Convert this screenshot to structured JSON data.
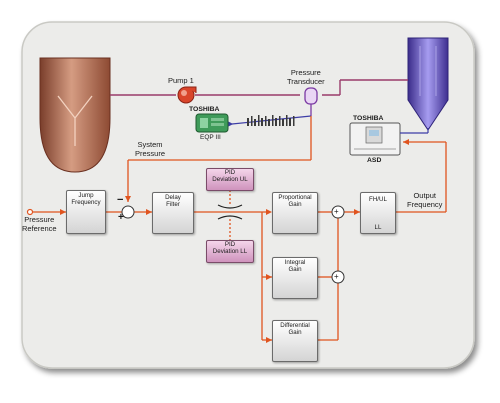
{
  "labels": {
    "pump": "Pump 1",
    "transducer": "Pressure\nTransducer",
    "toshiba_eqp": "TOSHIBA",
    "eqp": "EQP III",
    "toshiba_asd": "TOSHIBA",
    "asd": "ASD",
    "system_pressure": "System\nPressure",
    "pressure_reference": "Pressure\nReference",
    "output_frequency": "Output\nFrequency",
    "jump_frequency": "Jump\nFrequency",
    "delay_filter": "Delay\nFilter",
    "pid_ul": "PID\nDeviation UL",
    "pid_ll": "PID\nDeviation LL",
    "proportional": "Proportional\nGain",
    "integral": "Integral\nGain",
    "differential": "Differential\nGain",
    "fhul": "FH/UL",
    "ll": "LL",
    "minus": "−",
    "plus": "+",
    "sum1": "+",
    "sum2": "+"
  },
  "colors": {
    "frame": "#ededeb",
    "signal_line": "#e0541f",
    "pipe_line": "#9a3b6b",
    "comm_line": "#3d3da6",
    "tank_left": "#b2694f",
    "tank_right": "#6d5cc6",
    "pump": "#d9452b",
    "eqp_body": "#3f9b5a"
  }
}
